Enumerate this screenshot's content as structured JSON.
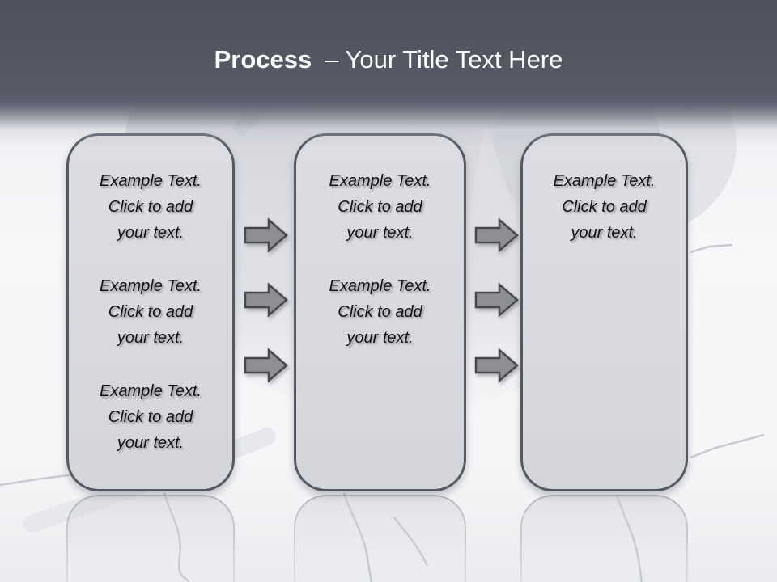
{
  "slide": {
    "title": {
      "bold": "Process",
      "rest": "– Your Title Text Here"
    },
    "colors": {
      "header_background": "#565a66",
      "title_text": "#ffffff",
      "box_fill": "#d9dade",
      "box_border": "#545863",
      "box_text": "#111215",
      "arrow_fill": "#8e8f92",
      "arrow_border": "#46484d",
      "body_background": "#f6f6f8"
    }
  },
  "boxes": [
    {
      "id": "box-1",
      "paragraphs": [
        {
          "lines": [
            "Example Text.",
            "Click  to add",
            "your text."
          ]
        },
        {
          "lines": [
            "Example Text.",
            "Click  to add",
            "your text."
          ]
        },
        {
          "lines": [
            "Example Text.",
            "Click  to add",
            "your text."
          ]
        }
      ]
    },
    {
      "id": "box-2",
      "paragraphs": [
        {
          "lines": [
            "Example Text.",
            "Click  to add",
            "your text."
          ]
        },
        {
          "lines": [
            "Example Text.",
            "Click  to add",
            "your text."
          ]
        }
      ]
    },
    {
      "id": "box-3",
      "paragraphs": [
        {
          "lines": [
            "Example Text.",
            "Click  to add",
            "your text."
          ]
        }
      ]
    }
  ],
  "arrows": {
    "count": 6,
    "direction": "right"
  }
}
